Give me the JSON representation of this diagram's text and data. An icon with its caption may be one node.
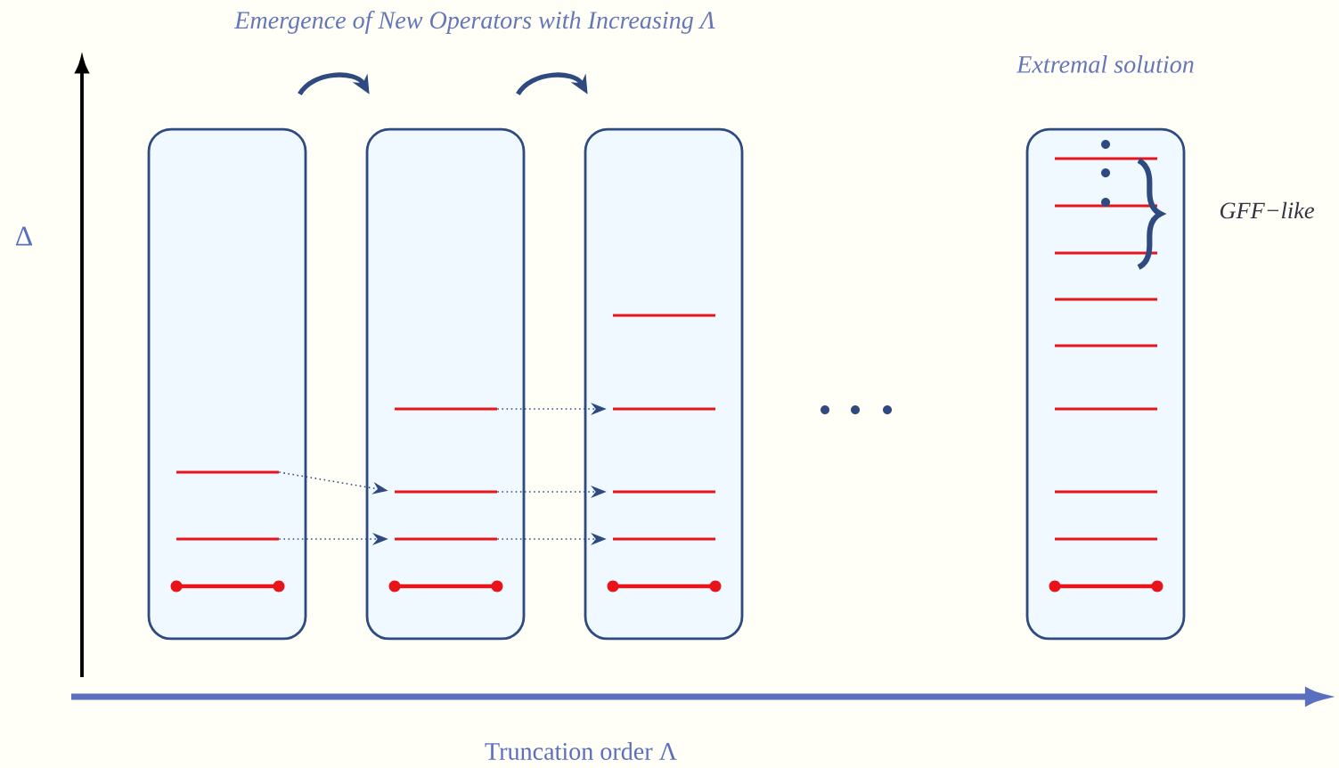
{
  "diagram": {
    "title": "Emergence of New Operators with Increasing Λ",
    "nodes": [
      {
        "text": [],
        "shape": "box"
      },
      {
        "text": [],
        "shape": "bar",
        "in": 0
      },
      {
        "text": [],
        "shape": "bar",
        "in": 0
      },
      {
        "text": [],
        "shape": "bar",
        "in": 0
      },
      {
        "text": [],
        "shape": "box"
      },
      {
        "text": [],
        "shape": "bar",
        "in": 4
      },
      {
        "text": [],
        "shape": "bar",
        "in": 4
      },
      {
        "text": [],
        "shape": "bar",
        "in": 4
      },
      {
        "text": [],
        "shape": "bar",
        "in": 4
      },
      {
        "text": [],
        "shape": "box"
      },
      {
        "text": [],
        "shape": "bar",
        "in": 9
      },
      {
        "text": [],
        "shape": "bar",
        "in": 9
      },
      {
        "text": [],
        "shape": "bar",
        "in": 9
      },
      {
        "text": [],
        "shape": "bar",
        "in": 9
      },
      {
        "text": [],
        "shape": "bar",
        "in": 9
      },
      {
        "text": [],
        "shape": "box",
        "beside": [
          "Extremal solution"
        ]
      },
      {
        "text": [],
        "shape": "bar",
        "in": 15
      },
      {
        "text": [],
        "shape": "bar",
        "in": 15
      },
      {
        "text": [],
        "shape": "bar",
        "in": 15
      },
      {
        "text": [],
        "shape": "bar",
        "in": 15
      },
      {
        "text": [],
        "shape": "bar",
        "in": 15
      },
      {
        "text": [],
        "shape": "bar",
        "in": 15
      },
      {
        "text": [],
        "shape": "bar",
        "in": 15
      },
      {
        "text": [],
        "shape": "bar",
        "in": 15
      },
      {
        "text": [],
        "shape": "bar",
        "in": 15
      }
    ],
    "edges": [
      {
        "from": 0,
        "to": 4,
        "arrow": "to",
        "style": "thick"
      },
      {
        "from": 4,
        "to": 9,
        "arrow": "to",
        "style": "thick"
      },
      {
        "from": 1,
        "to": 6,
        "arrow": "to",
        "style": "dashed"
      },
      {
        "from": 2,
        "to": 7,
        "arrow": "to",
        "style": "dashed"
      },
      {
        "from": 5,
        "to": 11,
        "arrow": "to",
        "style": "dashed"
      },
      {
        "from": 6,
        "to": 12,
        "arrow": "to",
        "style": "dashed"
      },
      {
        "from": 7,
        "to": 13,
        "arrow": "to",
        "style": "dashed"
      }
    ],
    "labels": [
      "Δ",
      "GFF−like",
      "Truncation order Λ"
    ]
  }
}
